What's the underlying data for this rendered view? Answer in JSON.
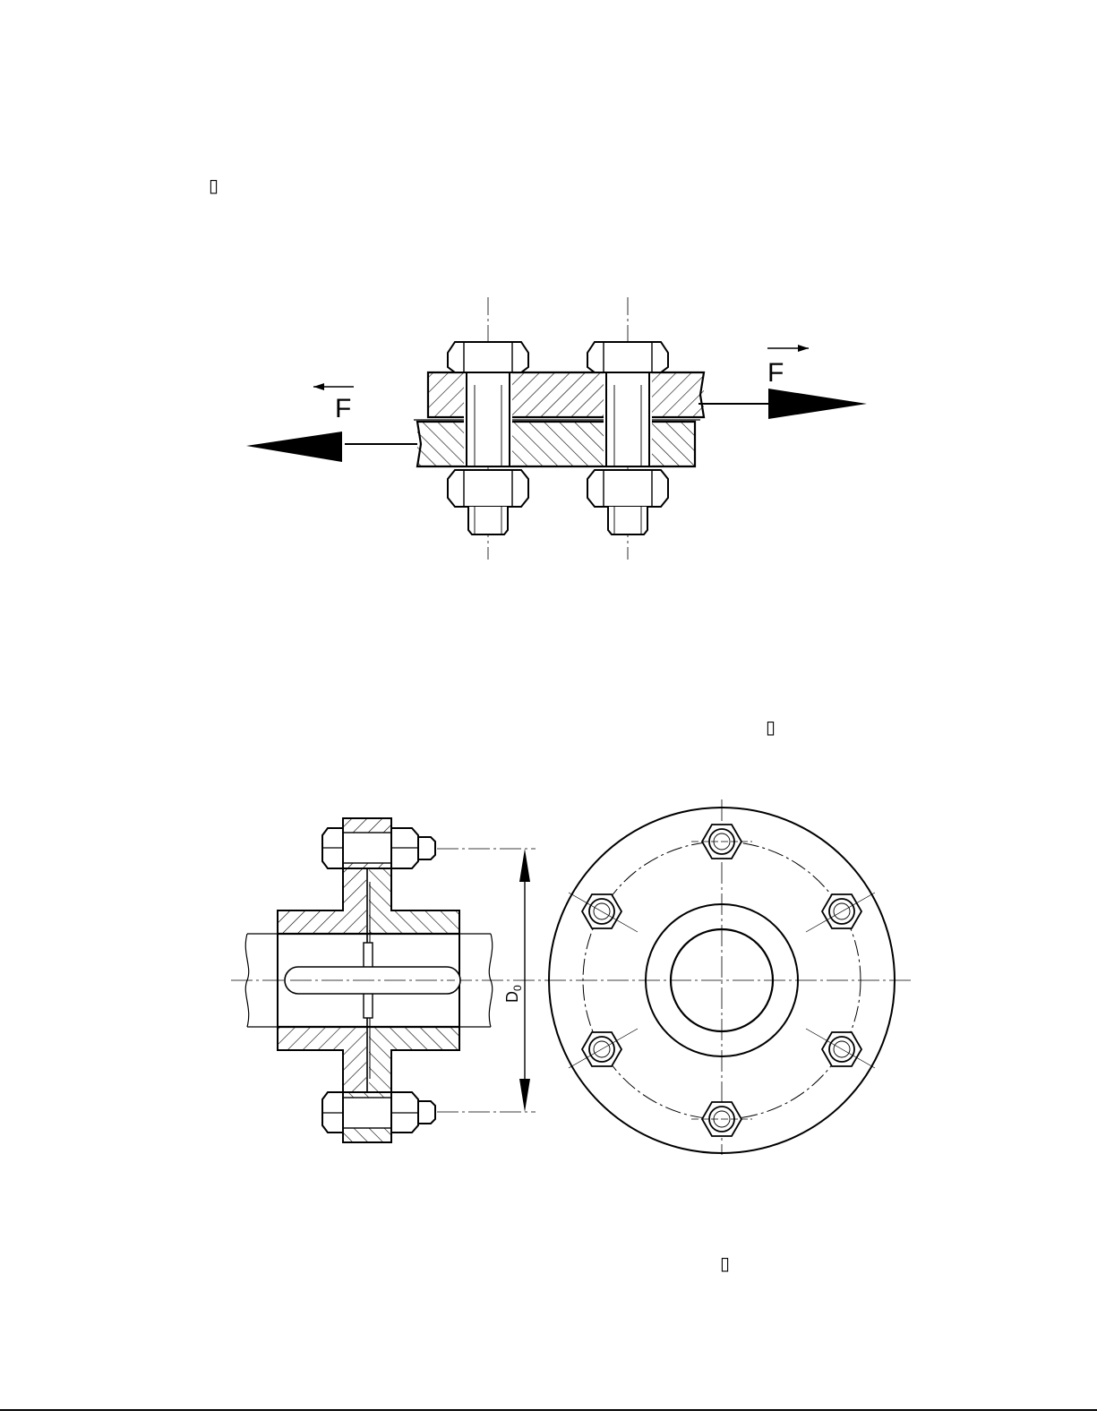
{
  "placeholder_glyphs": [
    "▯",
    "▯",
    "▯"
  ],
  "figure1": {
    "force_label_left": "F",
    "force_label_right": "F"
  },
  "figure2": {
    "diameter_label": "D",
    "diameter_subscript": "0"
  }
}
